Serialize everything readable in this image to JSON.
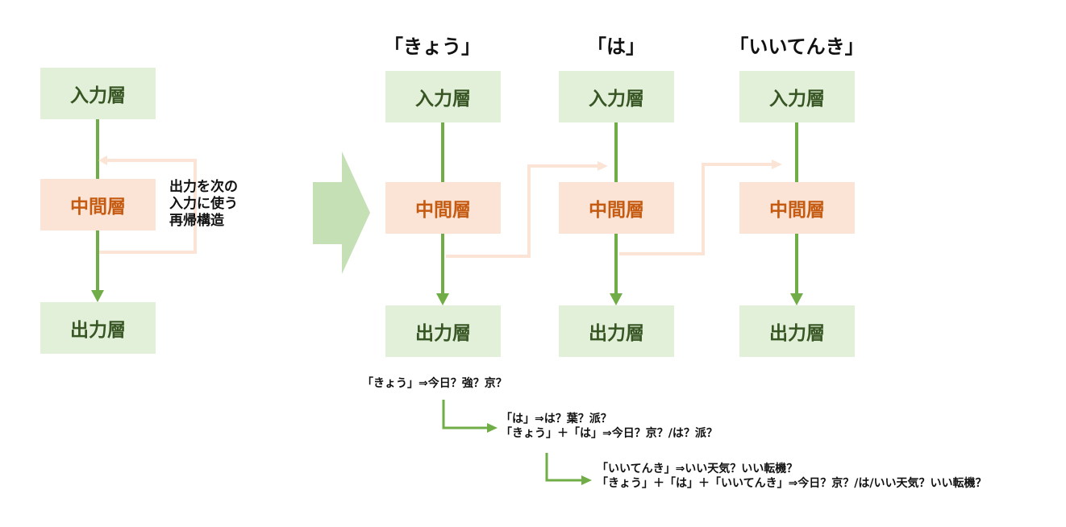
{
  "layers": {
    "input": "入力層",
    "middle": "中間層",
    "output": "出力層"
  },
  "left_note": [
    "出力を次の",
    "入力に使う",
    "再帰構造"
  ],
  "words": [
    "「きょう」",
    "「は」",
    "「いいてんき」"
  ],
  "examples": [
    [
      "「きょう」⇒今日？強？京？"
    ],
    [
      "「は」⇒は？葉？派？",
      "「きょう」＋「は」⇒今日？京？/は？派？"
    ],
    [
      "「いいてんき」⇒いい天気？いい転機？",
      "「きょう」＋「は」＋「いいてんき」⇒今日？京？/は/いい天気？いい転機？"
    ]
  ],
  "colors": {
    "io_fill": "#e2efd9",
    "io_text": "#375623",
    "mid_fill": "#fbe4d5",
    "mid_text": "#c55a11",
    "arrow": "#70ad47",
    "recur": "#fbe4d5",
    "big_arrow": "#c5e0b4"
  }
}
